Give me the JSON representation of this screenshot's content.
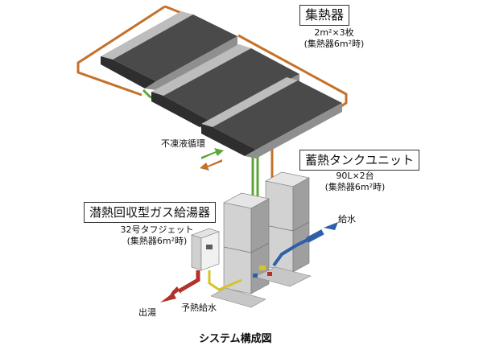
{
  "labels": {
    "collector_title": "集熱器",
    "collector_spec_line1": "2m²×3枚",
    "collector_spec_line2": "(集熱器6m²時)",
    "antifreeze": "不凍液循環",
    "tank_title": "蓄熱タンクユニット",
    "tank_spec_line1": "90L×2台",
    "tank_spec_line2": "(集熱器6m²時)",
    "heater_title": "潜熱回収型ガス給湯器",
    "heater_spec_line1": "32号タフジェット",
    "heater_spec_line2": "(集熱器6m²時)",
    "water_supply": "給水",
    "hot_water_out": "出湯",
    "preheated_supply": "予熱給水",
    "caption": "システム構成図"
  },
  "colors": {
    "panel": "#4a4a4a",
    "frame": "#c9c9c9",
    "copper_pipe": "#c4712a",
    "green_pipe": "#5fa63a",
    "cold_water": "#2f5fa8",
    "hot_water": "#b0322b",
    "preheat_pipe": "#d8c22a"
  }
}
